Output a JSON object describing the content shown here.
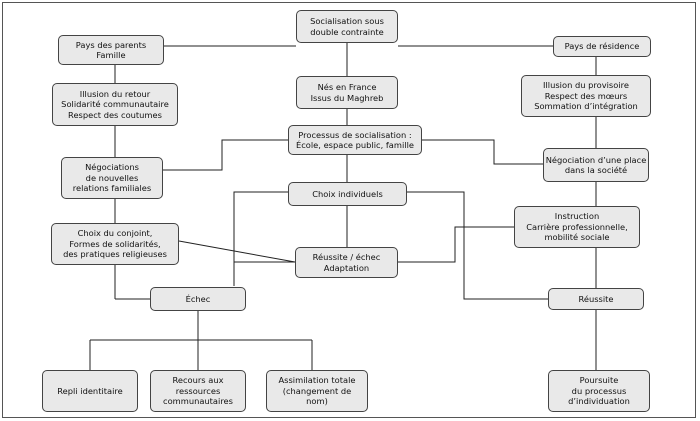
{
  "diagram": {
    "nodes": {
      "socialisation": [
        "Socialisation sous",
        "double contrainte"
      ],
      "pays_parents": [
        "Pays des parents",
        "Famille"
      ],
      "pays_residence": [
        "Pays de résidence"
      ],
      "illusion_retour": [
        "Illusion du retour",
        "Solidarité communautaire",
        "Respect des coutumes"
      ],
      "nes_france": [
        "Nés en France",
        "Issus du Maghreb"
      ],
      "illusion_provisoire": [
        "Illusion du provisoire",
        "Respect des mœurs",
        "Sommation d’intégration"
      ],
      "processus": [
        "Processus de socialisation :",
        "École, espace public, famille"
      ],
      "negociations": [
        "Négociations",
        "de nouvelles",
        "relations familiales"
      ],
      "negociation_place": [
        "Négociation d’une place",
        "dans la société"
      ],
      "choix_individuels": [
        "Choix individuels"
      ],
      "choix_conjoint": [
        "Choix du conjoint,",
        "Formes de solidarités,",
        "des pratiques religieuses"
      ],
      "instruction": [
        "Instruction",
        "Carrière professionnelle,",
        "mobilité sociale"
      ],
      "reussite_echec": [
        "Réussite / échec",
        "Adaptation"
      ],
      "echec": [
        "Échec"
      ],
      "reussite": [
        "Réussite"
      ],
      "repli": [
        "Repli identitaire"
      ],
      "recours": [
        "Recours aux",
        "ressources",
        "communautaires"
      ],
      "assimilation": [
        "Assimilation totale",
        "(changement de",
        "nom)"
      ],
      "poursuite": [
        "Poursuite",
        "du processus",
        "d’individuation"
      ]
    }
  }
}
